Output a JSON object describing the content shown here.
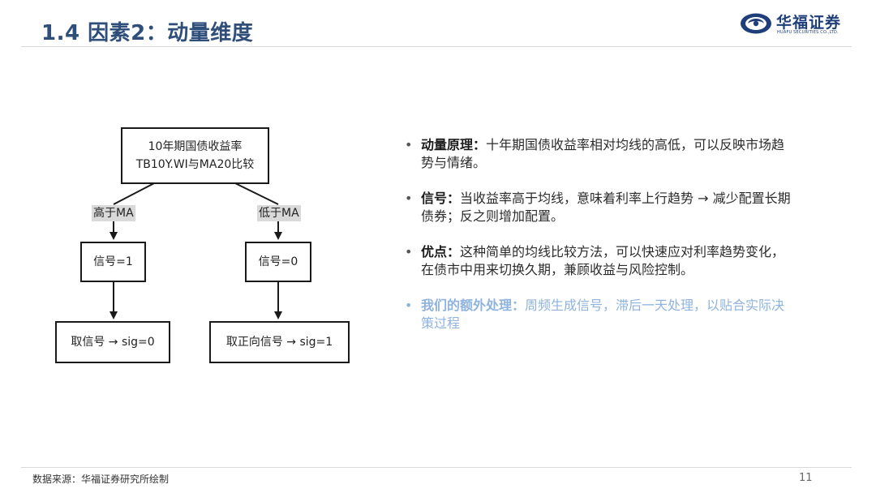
{
  "header": {
    "title": "1.4 因素2：动量维度",
    "logo_cn": "华福证券",
    "logo_en": "HUAFU SECURITIES CO.,LTD."
  },
  "diagram": {
    "root": {
      "line1": "10年期国债收益率",
      "line2": "TB10Y.WI与MA20比较"
    },
    "edge_left": "高于MA",
    "edge_right": "低于MA",
    "signal_left": "信号=1",
    "signal_right": "信号=0",
    "action_left": "取信号 → sig=0",
    "action_right": "取正向信号 → sig=1"
  },
  "bullets": [
    {
      "label": "动量原理：",
      "text": "十年期国债收益率相对均线的高低，可以反映市场趋势与情绪。"
    },
    {
      "label": "信号：",
      "text": "当收益率高于均线，意味着利率上行趋势 → 减少配置长期债券；反之则增加配置。"
    },
    {
      "label": "优点：",
      "text": "这种简单的均线比较方法，可以快速应对利率趋势变化，在债市中用来切换久期，兼顾收益与风险控制。"
    },
    {
      "label": "我们的额外处理：",
      "text": "周频生成信号，滞后一天处理，以贴合实际决策过程"
    }
  ],
  "footer": {
    "source": "数据来源：华福证券研究所绘制",
    "page": "11"
  },
  "colors": {
    "title": "#2f4e7a",
    "highlight_bullet": "#8fb3dc",
    "logo": "#1f3f7a"
  }
}
